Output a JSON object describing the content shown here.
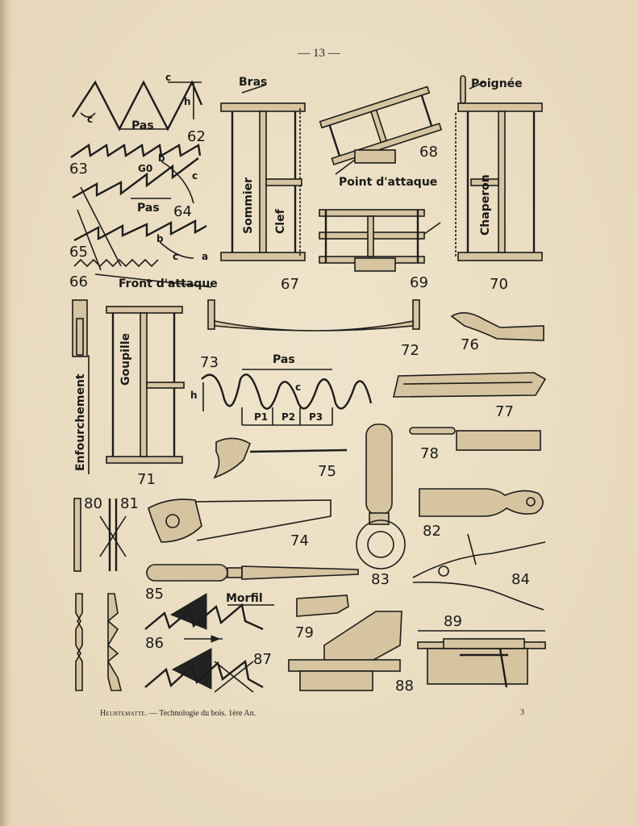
{
  "page_number": "— 13 —",
  "footer": {
    "author": "Heurtematte",
    "title": ". — Technologie du bois. 1ère An.",
    "sheet": "3"
  },
  "figures": {
    "f62": "62",
    "f63": "63",
    "f64": "64",
    "f65": "65",
    "f66": "66",
    "f67": "67",
    "f68": "68",
    "f69": "69",
    "f70": "70",
    "f71": "71",
    "f72": "72",
    "f73": "73",
    "f74": "74",
    "f75": "75",
    "f76": "76",
    "f77": "77",
    "f78": "78",
    "f79": "79",
    "f80": "80",
    "f81": "81",
    "f82": "82",
    "f83": "83",
    "f84": "84",
    "f85": "85",
    "f86": "86",
    "f87": "87",
    "f88": "88",
    "f89": "89"
  },
  "labels": {
    "pas_62": "Pas",
    "pas_64": "Pas",
    "pas_73": "Pas",
    "c_62a": "c",
    "c_62b": "c",
    "c_64": "c",
    "c_65": "c",
    "c_73": "c",
    "b_64": "b",
    "b_65": "b",
    "a_65": "a",
    "g0": "G0",
    "h_62": "h",
    "h_73": "h",
    "p1": "P1",
    "p2": "P2",
    "p3": "P3",
    "front_attaque": "Front d'attaque",
    "bras": "Bras",
    "sommier": "Sommier",
    "clef": "Clef",
    "point_attaque": "Point d'attaque",
    "poignee": "Poignée",
    "chaperon": "Chaperon",
    "enfourchement": "Enfourchement",
    "goupille": "Goupille",
    "morfil": "Morfil"
  }
}
